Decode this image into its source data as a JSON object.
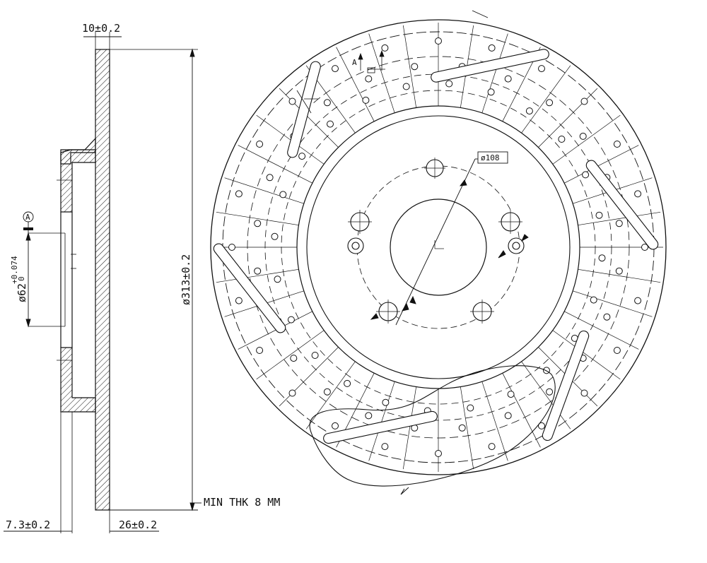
{
  "drawing": {
    "dim_thickness_top": "10±0.2",
    "dim_offset_left": "7.3±0.2",
    "dim_hat_height": "26±0.2",
    "dim_outer_diameter": "ø313±0.2",
    "dim_bore_main": "ø62",
    "dim_bore_tol_upper": "+0.074",
    "dim_bore_tol_lower": "0",
    "dim_pcd": "ø108",
    "min_thickness_note": "MIN THK 8 MM",
    "datum_label": "A",
    "section_mark": "A"
  },
  "colors": {
    "line": "#111111",
    "background": "#ffffff"
  }
}
